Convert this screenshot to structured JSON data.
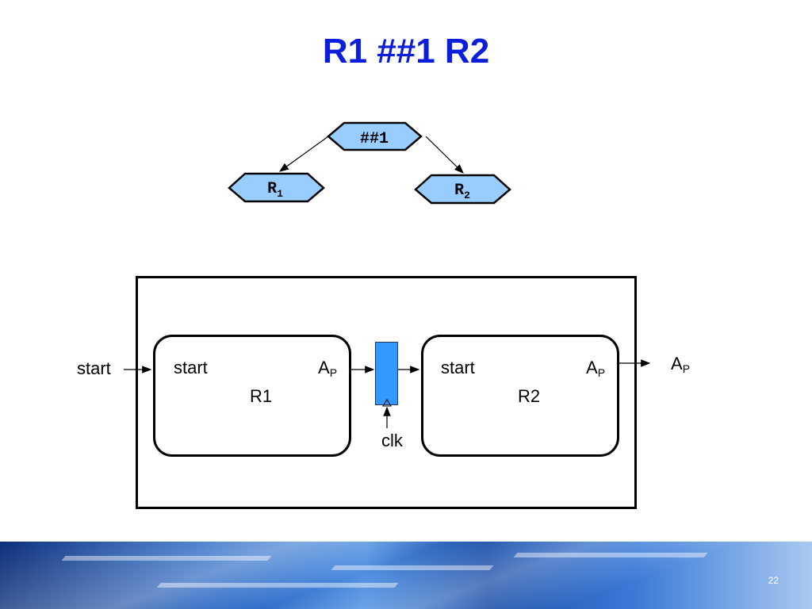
{
  "slide": {
    "title": "R1 ##1 R2",
    "page_number": "22"
  },
  "tree": {
    "root": "##1",
    "left_leaf": {
      "base": "R",
      "sub": "1"
    },
    "right_leaf": {
      "base": "R",
      "sub": "2"
    }
  },
  "circuit": {
    "input_label": "start",
    "output_label": {
      "base": "A",
      "sub": "P"
    },
    "clock_label": "clk",
    "block1": {
      "name": "R1",
      "input": "start",
      "output": {
        "base": "A",
        "sub": "P"
      }
    },
    "block2": {
      "name": "R2",
      "input": "start",
      "output": {
        "base": "A",
        "sub": "P"
      }
    }
  },
  "colors": {
    "title": "#0a1edc",
    "hex_fill": "#99ccff",
    "flipflop_fill": "#3399ff"
  }
}
